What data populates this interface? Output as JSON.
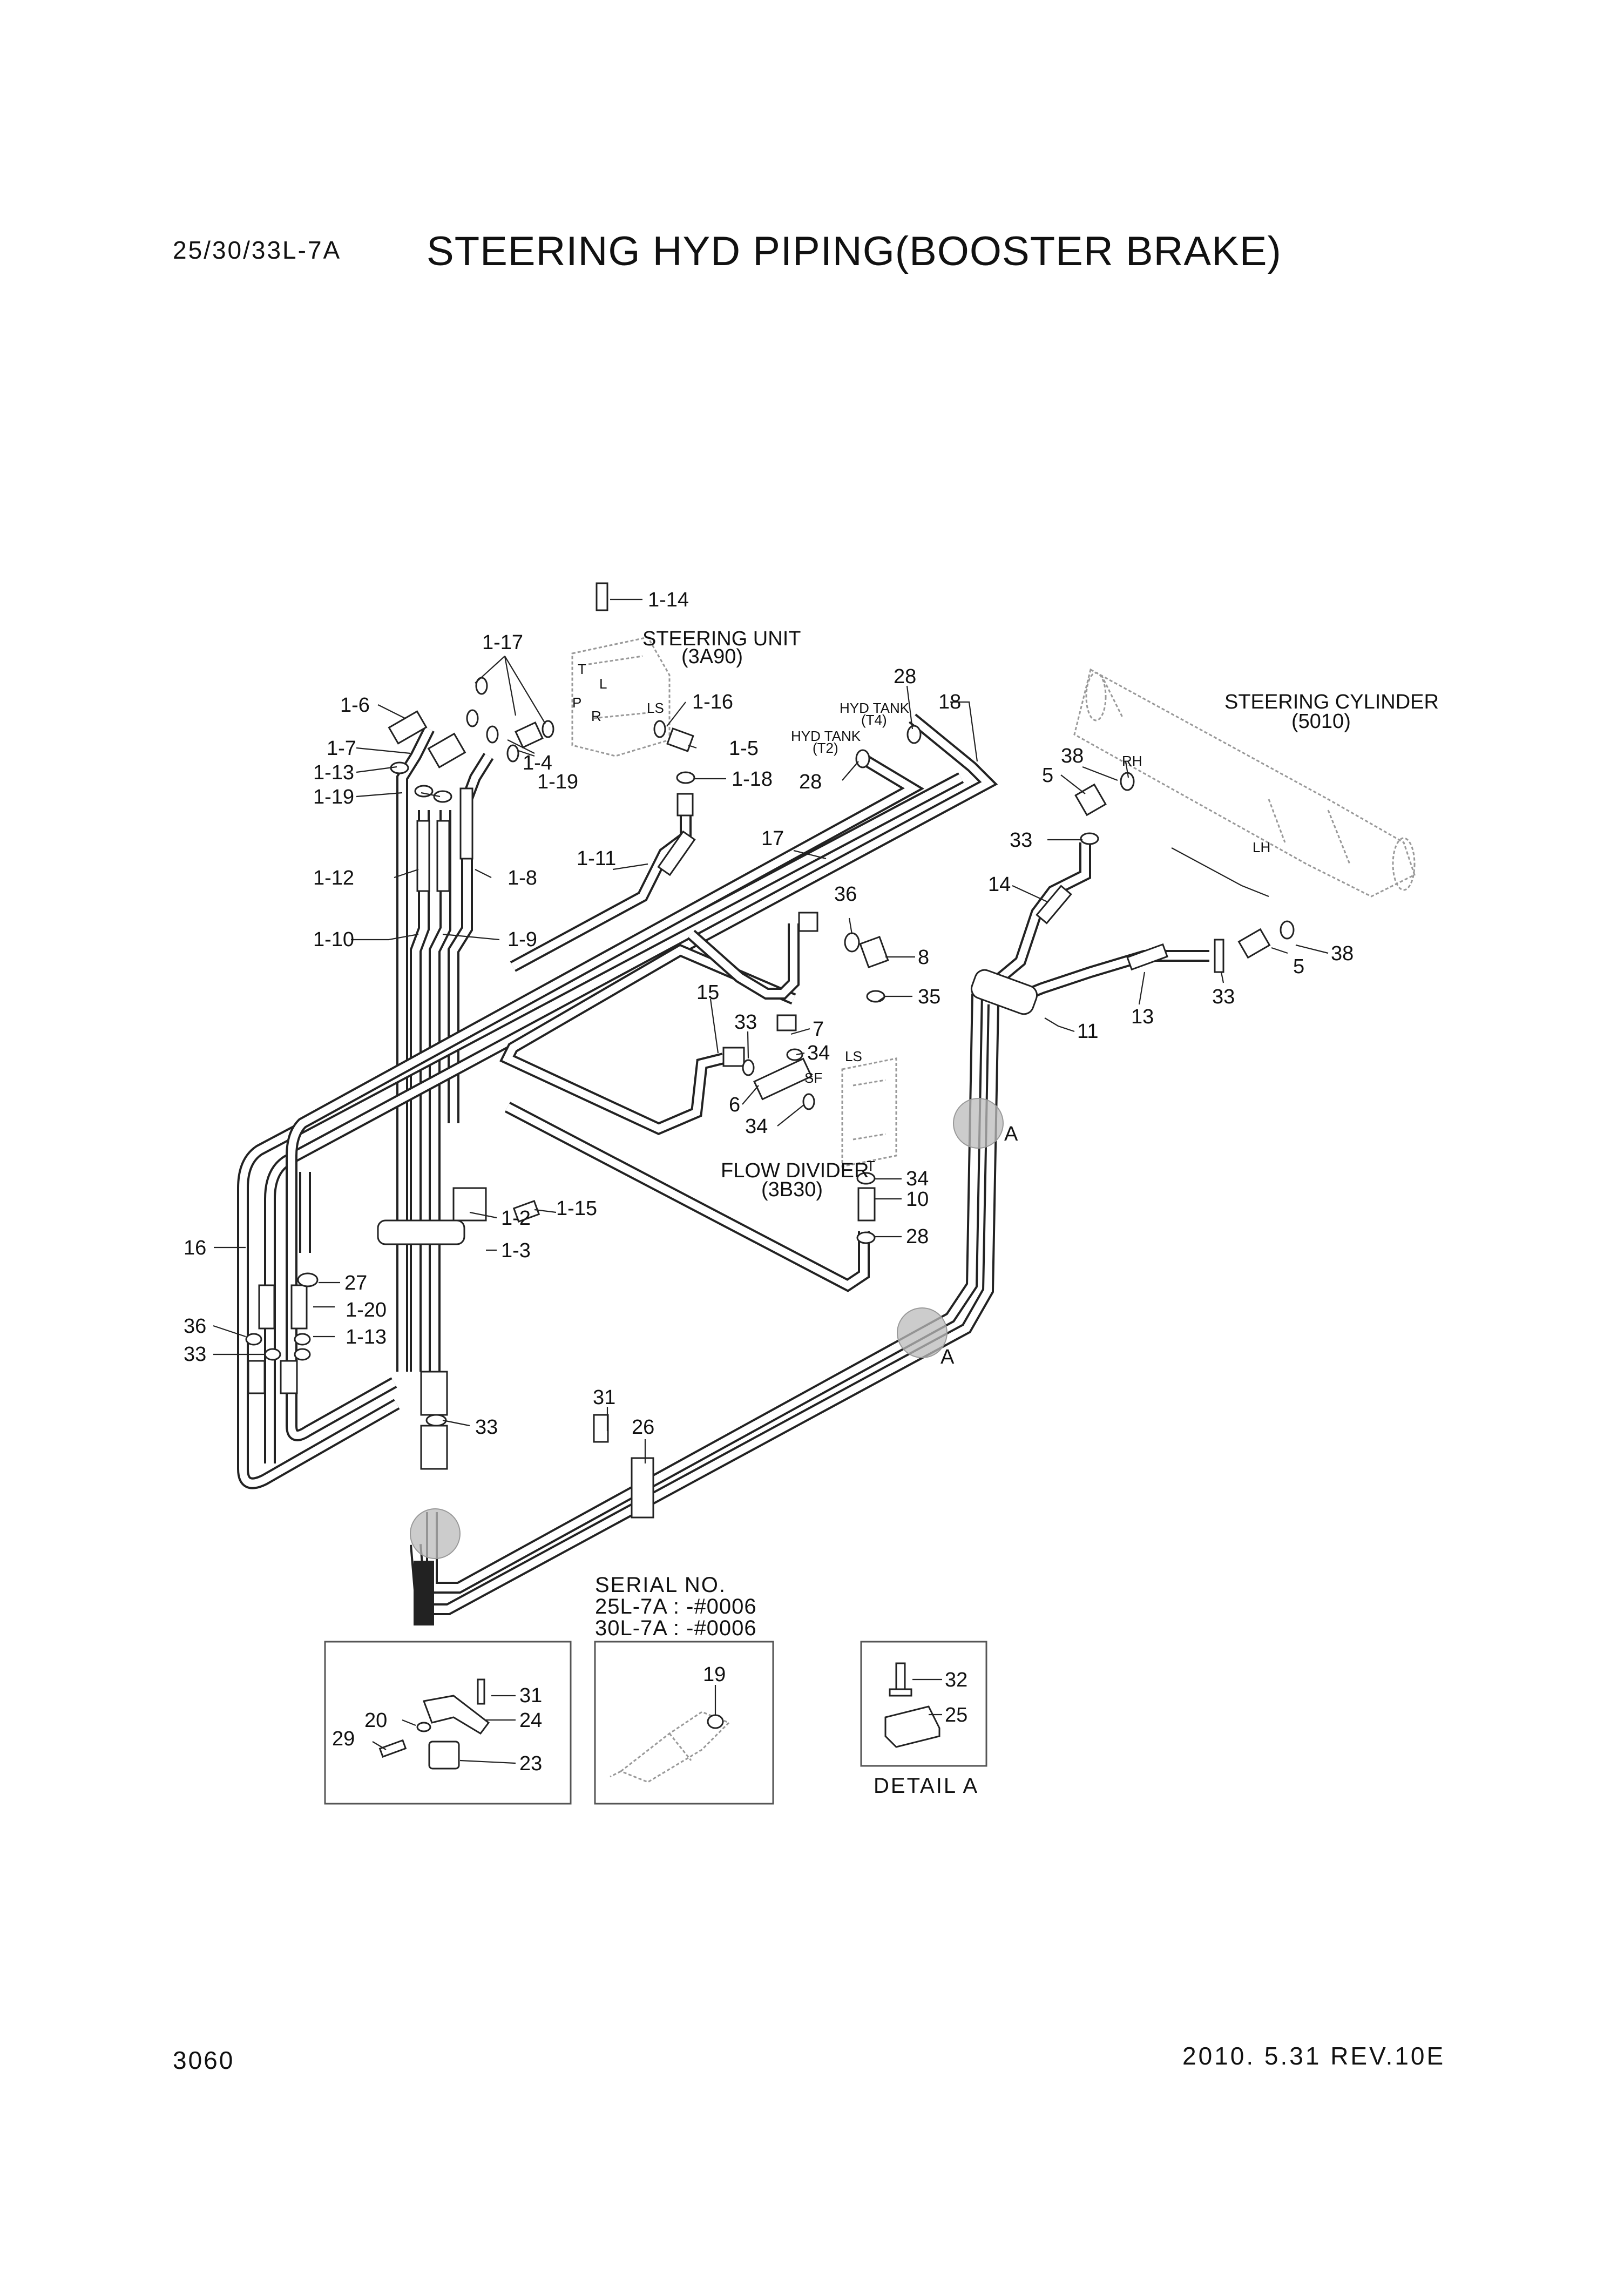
{
  "header": {
    "model": "25/30/33L-7A",
    "title": "STEERING HYD PIPING(BOOSTER BRAKE)"
  },
  "footer": {
    "page_number": "3060",
    "revision": "2010. 5.31  REV.10E"
  },
  "components": {
    "steering_unit": {
      "name": "STEERING UNIT",
      "code": "(3A90)",
      "ports": [
        "T",
        "L",
        "P",
        "R",
        "LS"
      ]
    },
    "hyd_tank_t4": {
      "name": "HYD TANK",
      "code": "(T4)"
    },
    "hyd_tank_t2": {
      "name": "HYD TANK",
      "code": "(T2)"
    },
    "steering_cylinder": {
      "name": "STEERING CYLINDER",
      "code": "(5010)",
      "sides": [
        "RH",
        "LH"
      ]
    },
    "flow_divider": {
      "name": "FLOW DIVIDER",
      "code": "(3B30)",
      "ports": [
        "LS",
        "SF",
        "T"
      ]
    }
  },
  "part_labels": {
    "p1_14": "1-14",
    "p1_17": "1-17",
    "p1_6": "1-6",
    "p1_16": "1-16",
    "p1_7": "1-7",
    "p1_5": "1-5",
    "p1_13a": "1-13",
    "p1_4": "1-4",
    "p1_19a": "1-19",
    "p1_18": "1-18",
    "p1_19b": "1-19",
    "p1_12": "1-12",
    "p1_8": "1-8",
    "p1_11": "1-11",
    "p1_10": "1-10",
    "p1_9": "1-9",
    "p1_2": "1-2",
    "p1_15": "1-15",
    "p1_3": "1-3",
    "p1_20": "1-20",
    "p1_13b": "1-13",
    "p28a": "28",
    "p18": "18",
    "p28b": "28",
    "p17": "17",
    "p38a": "38",
    "p5a": "5",
    "p33a": "33",
    "p14": "14",
    "p36a": "36",
    "p8": "8",
    "p35": "35",
    "p15": "15",
    "p33b": "33",
    "p7": "7",
    "p34a": "34",
    "p6": "6",
    "p34b": "34",
    "p11": "11",
    "p13": "13",
    "p33c": "33",
    "p5b": "5",
    "p38b": "38",
    "p34c": "34",
    "p10": "10",
    "p28c": "28",
    "p16": "16",
    "p27": "27",
    "p36b": "36",
    "p33d": "33",
    "p33e": "33",
    "p31": "31",
    "p26": "26",
    "pA1": "A",
    "pA2": "A"
  },
  "serial": {
    "heading": "SERIAL NO.",
    "line1": "25L-7A : -#0006",
    "line2": "30L-7A : -#0006"
  },
  "insets": {
    "left": {
      "labels": [
        "31",
        "20",
        "24",
        "29",
        "23"
      ]
    },
    "middle": {
      "labels": [
        "19"
      ]
    },
    "detail_a": {
      "labels": [
        "32",
        "25"
      ],
      "caption": "DETAIL A"
    }
  }
}
